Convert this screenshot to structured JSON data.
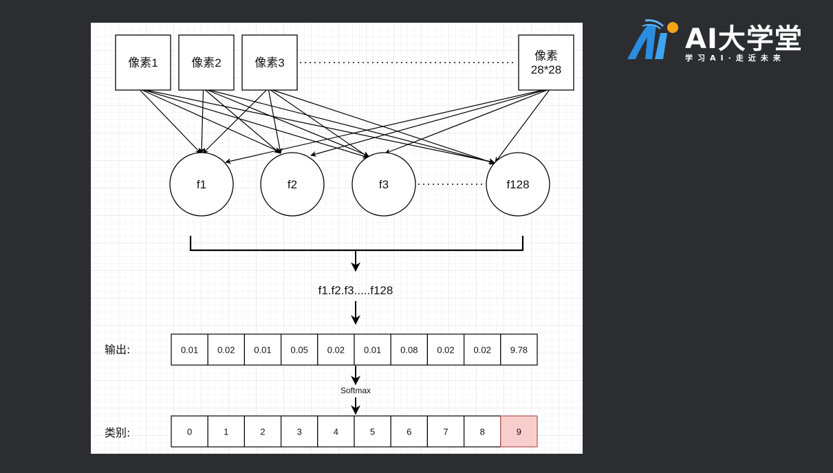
{
  "pixels": [
    {
      "label": "像素1"
    },
    {
      "label": "像素2"
    },
    {
      "label": "像素3"
    },
    {
      "label": "像素\n28*28"
    }
  ],
  "features": [
    "f1",
    "f2",
    "f3",
    "f128"
  ],
  "concat_label": "f1.f2.f3.....f128",
  "output": {
    "label": "输出:",
    "values": [
      "0.01",
      "0.02",
      "0.01",
      "0.05",
      "0.02",
      "0.01",
      "0.08",
      "0.02",
      "0.02",
      "9.78"
    ]
  },
  "softmax_label": "Softmax",
  "classes": {
    "label": "类别:",
    "values": [
      "0",
      "1",
      "2",
      "3",
      "4",
      "5",
      "6",
      "7",
      "8",
      "9"
    ],
    "highlight": "9",
    "highlight_color": "#f8cecc",
    "highlight_border": "#b85450"
  },
  "logo": {
    "title": "AI大学堂",
    "subtitle": "学习AI·走近未来",
    "orange": "#f7a21b",
    "blue": "#2a8de0"
  }
}
